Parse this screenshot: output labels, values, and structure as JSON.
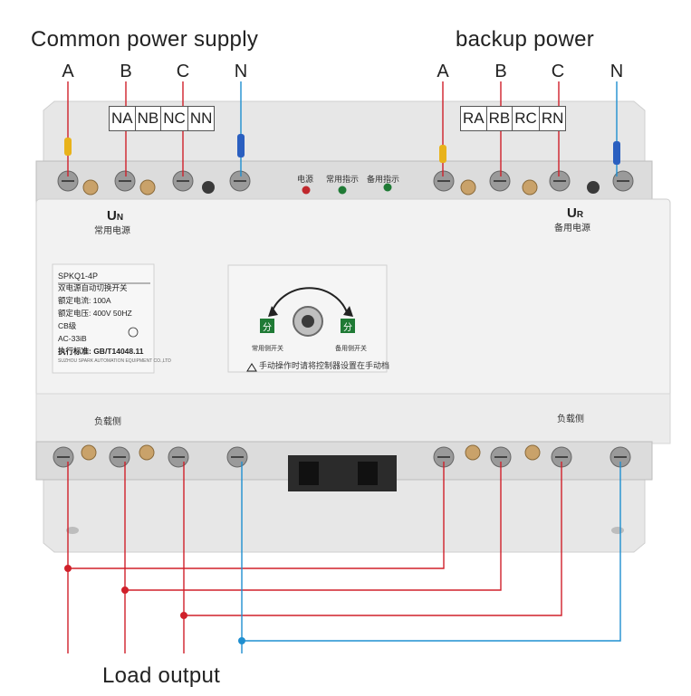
{
  "labels": {
    "common_power_supply": "Common power supply",
    "backup_power": "backup power",
    "load_output": "Load output"
  },
  "phases_left": [
    "A",
    "B",
    "C",
    "N"
  ],
  "phases_right": [
    "A",
    "B",
    "C",
    "N"
  ],
  "terminal_tags_left": [
    "NA",
    "NB",
    "NC",
    "NN"
  ],
  "terminal_tags_right": [
    "RA",
    "RB",
    "RC",
    "RN"
  ],
  "device": {
    "indicators": [
      "电源",
      "常用指示",
      "备用指示"
    ],
    "un_symbol": "UN",
    "un_text": "常用电源",
    "ur_symbol": "UR",
    "ur_text": "备用电源",
    "nameplate": {
      "model": "SPKQ1-4P",
      "name": "双电源自动切换开关",
      "rated_current": "额定电流: 100A",
      "rated_voltage": "额定电压:  400V  50HZ",
      "grade": "CB级",
      "category": "AC-33iB",
      "standard": "执行标准: GB/T14048.11",
      "maker": "SUZHOU SPARK AUTOMATION EQUIPMENT CO.,LTD"
    },
    "handle_left_label": "常用侧开关",
    "handle_right_label": "备用侧开关",
    "warning": "手动操作时请将控制器设置在手动档",
    "load_side_left": "负载侧",
    "load_side_right": "负载侧",
    "button_glyph": "分"
  },
  "colors": {
    "phase_wire": "#d0202a",
    "neutral_wire": "#1f8fd0",
    "yellow_marker": "#e8b21a",
    "blue_marker": "#2a5fc0",
    "body": "#f1f1f1",
    "indicator_green": "#1f7a35"
  }
}
